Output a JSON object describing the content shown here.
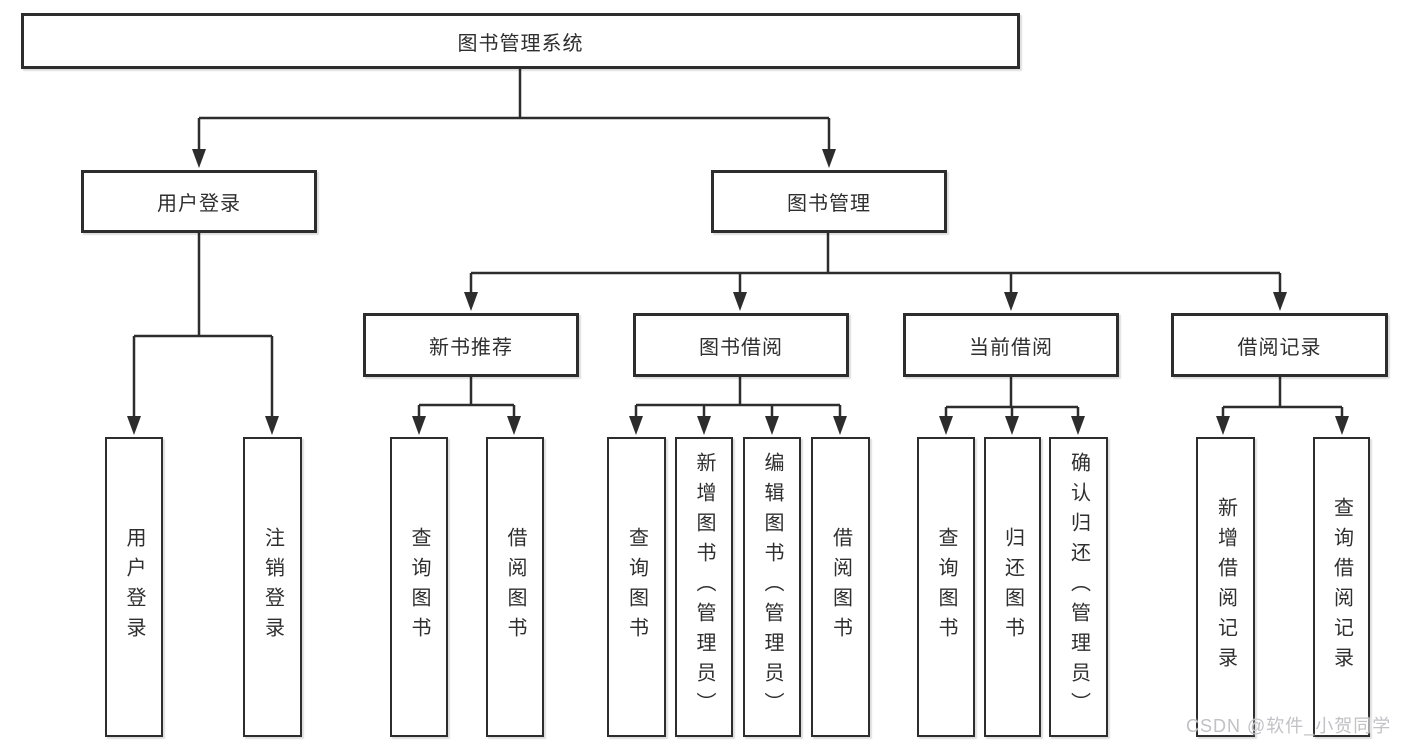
{
  "diagram": {
    "title": "图书管理系统",
    "colors": {
      "line": "#2d2d2d",
      "box_background": "#ffffff",
      "text": "#2f2f2f",
      "watermark": "#c1c1c6"
    },
    "root": {
      "label": "图书管理系统"
    },
    "level2": [
      {
        "label": "用户登录"
      },
      {
        "label": "图书管理"
      }
    ],
    "level3": [
      {
        "label": "新书推荐"
      },
      {
        "label": "图书借阅"
      },
      {
        "label": "当前借阅"
      },
      {
        "label": "借阅记录"
      }
    ],
    "leaves": [
      {
        "label": "用户登录"
      },
      {
        "label": "注销登录"
      },
      {
        "label": "查询图书"
      },
      {
        "label": "借阅图书"
      },
      {
        "label": "查询图书"
      },
      {
        "label": "新增图书（管理员）"
      },
      {
        "label": "编辑图书（管理员）"
      },
      {
        "label": "借阅图书"
      },
      {
        "label": "查询图书"
      },
      {
        "label": "归还图书"
      },
      {
        "label": "确认归还（管理员）"
      },
      {
        "label": "新增借阅记录"
      },
      {
        "label": "查询借阅记录"
      }
    ],
    "watermark": {
      "text": "CSDN @软件_小贺同学"
    }
  }
}
